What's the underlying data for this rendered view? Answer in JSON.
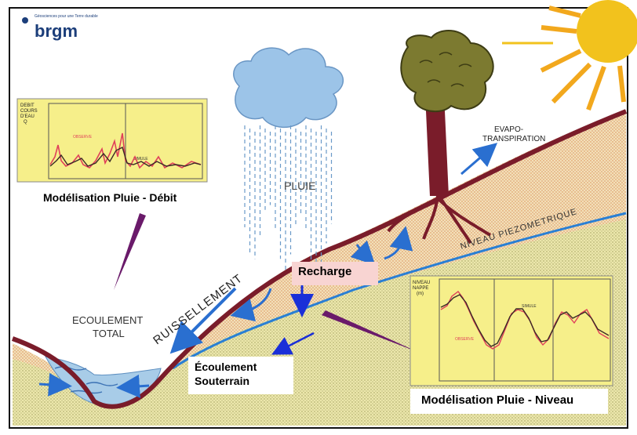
{
  "logo": {
    "text": "brgm",
    "tagline": "Géosciences pour une Terre durable"
  },
  "scene": {
    "rain_label": "PLUIE",
    "evapo_label": [
      "EVAPO-",
      "TRANSPIRATION"
    ],
    "runoff_label": "RUISSELLEMENT",
    "total_flow_label": [
      "ECOULEMENT",
      "TOTAL"
    ],
    "water_table_label": "NIVEAU PIEZOMETRIQUE"
  },
  "labels": {
    "recharge": "Recharge",
    "underground_flow": [
      "Écoulement",
      "Souterrain"
    ],
    "rain_flow_model": "Modélisation Pluie - Débit",
    "rain_level_model": "Modélisation Pluie - Niveau"
  },
  "inset_flow": {
    "ylabel": [
      "DEBIT",
      "COURS",
      "D'EAU",
      "Q"
    ],
    "observed_label": "OBSERVE",
    "simulated_label": "SIMULE"
  },
  "inset_level": {
    "ylabel": [
      "NIVEAU",
      "NAPPE",
      "(m)"
    ],
    "observed_label": "OBSERVE",
    "simulated_label": "SIMULE"
  },
  "colors": {
    "ground_top": "#f3e0b8",
    "aquifer": "#efeab0",
    "soil_line": "#7a1c2a",
    "water": "#a8cce8",
    "cloud": "#9cc4e8",
    "sun": "#f2c21d",
    "arrow_blue": "#2a6fd0",
    "recharge_bg": "#f8d4d2",
    "inset_bg": "#f6ef8a",
    "observed": "#e0405a",
    "simulated": "#3a2a26"
  }
}
